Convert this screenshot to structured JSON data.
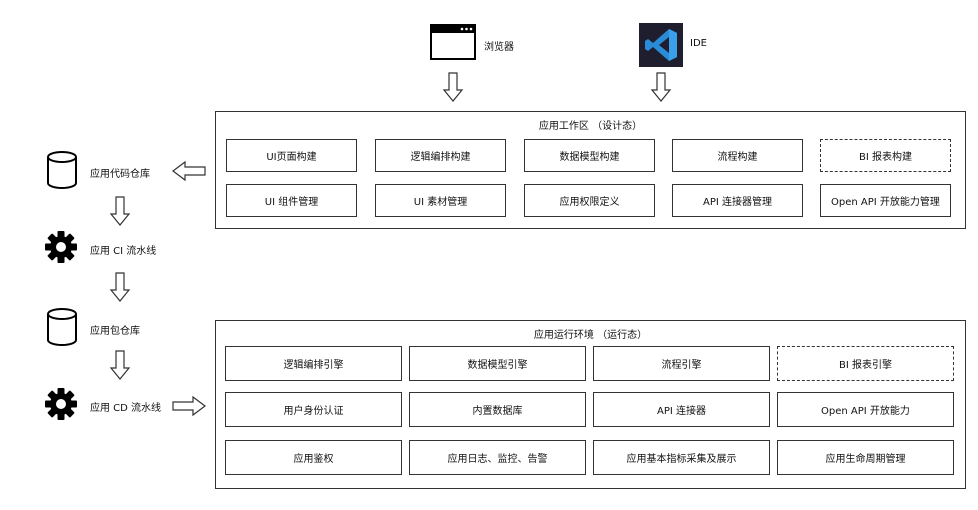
{
  "top_tools": [
    {
      "icon": "browser-window-icon",
      "label": "浏览器"
    },
    {
      "icon": "vscode-icon",
      "label": "IDE",
      "colors": {
        "bg": "#1e1e2e",
        "accent": "#2a8cd6"
      }
    }
  ],
  "pipeline": [
    {
      "icon": "database-icon",
      "label": "应用代码仓库"
    },
    {
      "icon": "gear-icon",
      "label": "应用 CI 流水线"
    },
    {
      "icon": "database-icon",
      "label": "应用包仓库"
    },
    {
      "icon": "gear-icon",
      "label": "应用 CD 流水线"
    }
  ],
  "workspace": {
    "title": "应用工作区 （设计态）",
    "rows": [
      [
        {
          "label": "UI页面构建",
          "dashed": false
        },
        {
          "label": "逻辑编排构建",
          "dashed": false
        },
        {
          "label": "数据模型构建",
          "dashed": false
        },
        {
          "label": "流程构建",
          "dashed": false
        },
        {
          "label": "BI 报表构建",
          "dashed": true
        }
      ],
      [
        {
          "label": "UI 组件管理",
          "dashed": false
        },
        {
          "label": "UI 素材管理",
          "dashed": false
        },
        {
          "label": "应用权限定义",
          "dashed": false
        },
        {
          "label": "API 连接器管理",
          "dashed": false
        },
        {
          "label": "Open API 开放能力管理",
          "dashed": false
        }
      ]
    ]
  },
  "runtime": {
    "title": "应用运行环境 （运行态）",
    "rows": [
      [
        {
          "label": "逻辑编排引擎",
          "dashed": false
        },
        {
          "label": "数据模型引擎",
          "dashed": false
        },
        {
          "label": "流程引擎",
          "dashed": false
        },
        {
          "label": "BI 报表引擎",
          "dashed": true
        }
      ],
      [
        {
          "label": "用户身份认证",
          "dashed": false
        },
        {
          "label": "内置数据库",
          "dashed": false
        },
        {
          "label": "API 连接器",
          "dashed": false
        },
        {
          "label": "Open API 开放能力",
          "dashed": false
        }
      ],
      [
        {
          "label": "应用鉴权",
          "dashed": false
        },
        {
          "label": "应用日志、监控、告警",
          "dashed": false
        },
        {
          "label": "应用基本指标采集及展示",
          "dashed": false
        },
        {
          "label": "应用生命周期管理",
          "dashed": false
        }
      ]
    ]
  }
}
